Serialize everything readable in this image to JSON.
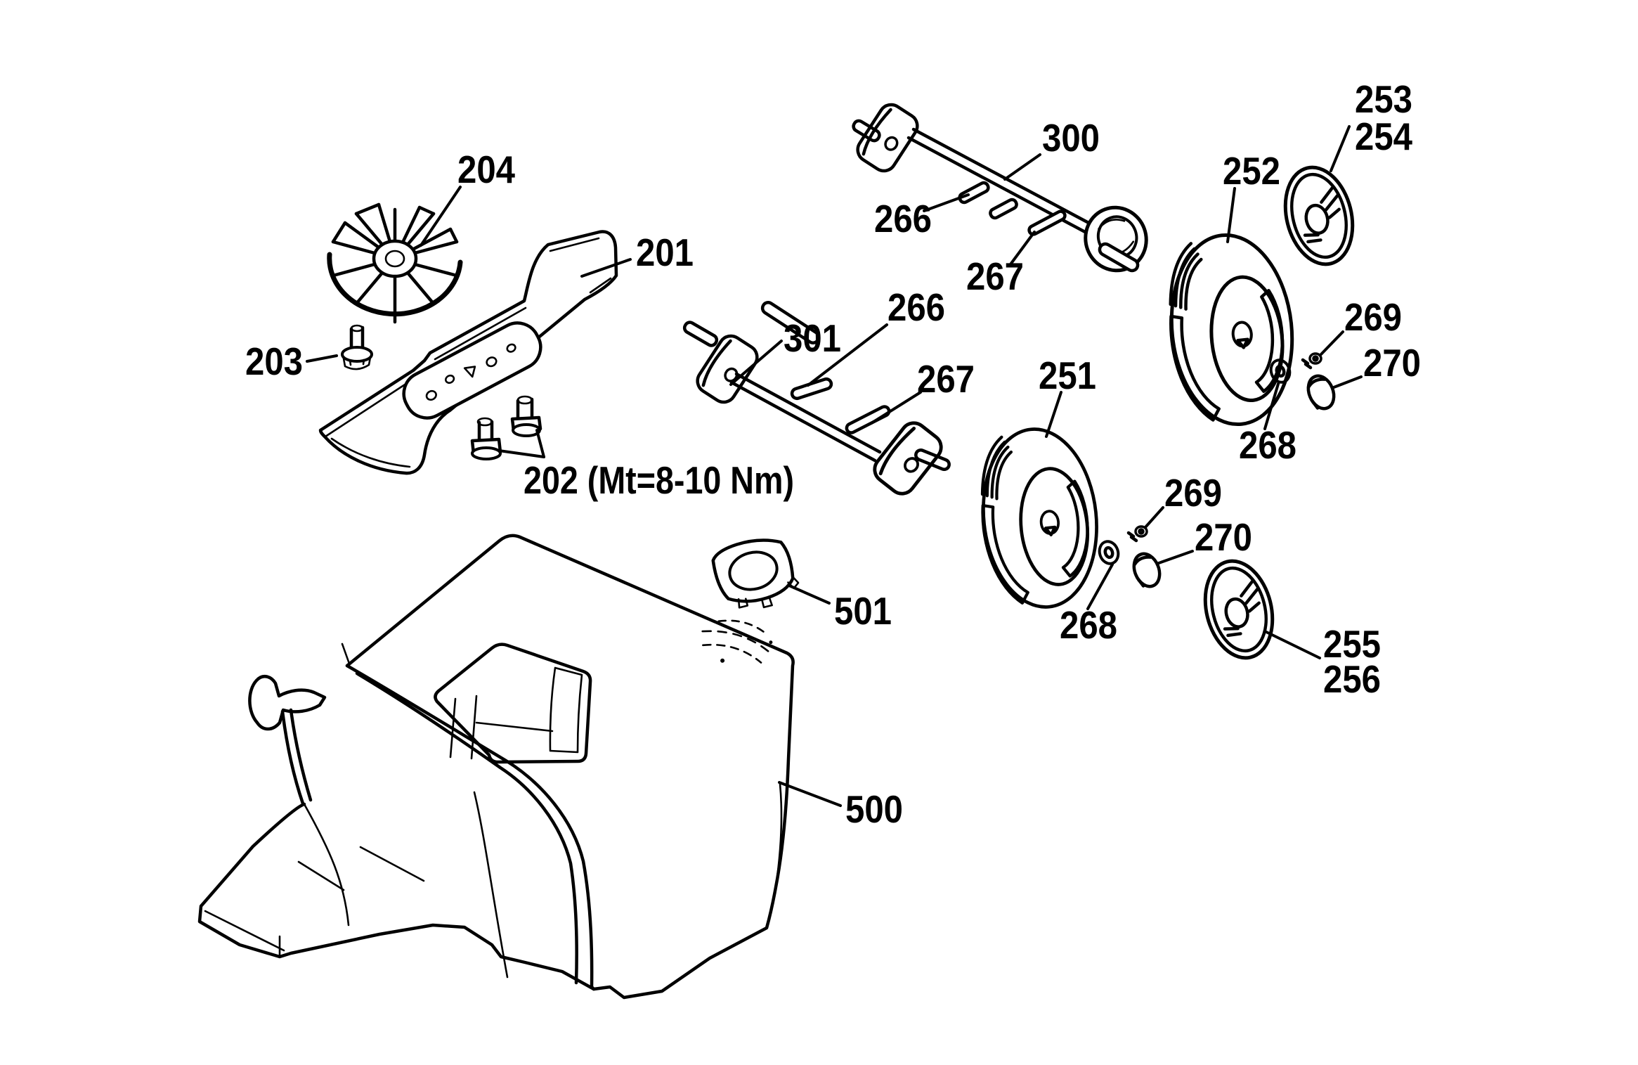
{
  "figure": {
    "type": "exploded-parts-diagram",
    "background_color": "#ffffff",
    "line_color": "#000000"
  },
  "callouts": [
    {
      "text": "204"
    },
    {
      "text": "201"
    },
    {
      "text": "203"
    },
    {
      "text": "202 (Mt=8-10 Nm)"
    },
    {
      "text": "300"
    },
    {
      "text": "266"
    },
    {
      "text": "267"
    },
    {
      "text": "301"
    },
    {
      "text": "266"
    },
    {
      "text": "267"
    },
    {
      "text": "252"
    },
    {
      "text": "253"
    },
    {
      "text": "254"
    },
    {
      "text": "251"
    },
    {
      "text": "269"
    },
    {
      "text": "270"
    },
    {
      "text": "268"
    },
    {
      "text": "269"
    },
    {
      "text": "270"
    },
    {
      "text": "268"
    },
    {
      "text": "255"
    },
    {
      "text": "256"
    },
    {
      "text": "501"
    },
    {
      "text": "500"
    }
  ]
}
